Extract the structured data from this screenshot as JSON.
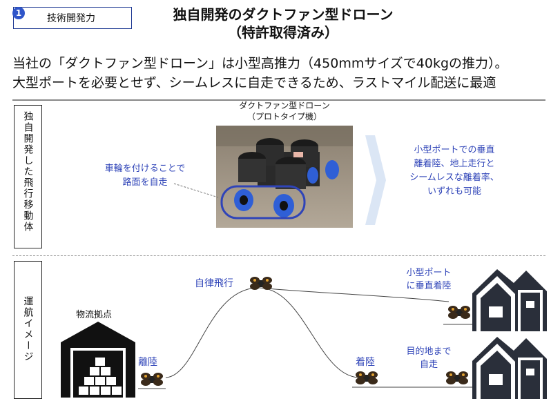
{
  "header": {
    "number": "1",
    "category": "技術開発力",
    "title_line1": "独自開発のダクトファン型ドローン",
    "title_line2": "（特許取得済み）"
  },
  "lead": {
    "line1": "当社の「ダクトファン型ドローン」は小型高推力（450mmサイズで40kgの推力）。",
    "line2": "大型ポートを必要とせず、シームレスに自走できるため、ラストマイル配送に最適"
  },
  "section1": {
    "side_label": "独自開発した飛行移動体",
    "photo_caption_line1": "ダクトファン型ドローン",
    "photo_caption_line2": "（プロトタイプ機）",
    "left_note_line1": "車輪を付けることで",
    "left_note_line2": "路面を自走",
    "right_note": [
      "小型ポートでの垂直",
      "離着陸、地上走行と",
      "シームレスな離着率、",
      "いずれも可能"
    ]
  },
  "section2": {
    "side_label": "運航イメージ",
    "warehouse_label": "物流拠点",
    "takeoff_label": "離陸",
    "flight_label": "自律飛行",
    "landing_label": "着陸",
    "port_label_line1": "小型ポート",
    "port_label_line2": "に垂直着陸",
    "dest_label_line1": "目的地まで",
    "dest_label_line2": "自走"
  },
  "colors": {
    "accent": "#2f44b8",
    "frame": "#1f3a93",
    "arrow": "#dbe6f5"
  }
}
